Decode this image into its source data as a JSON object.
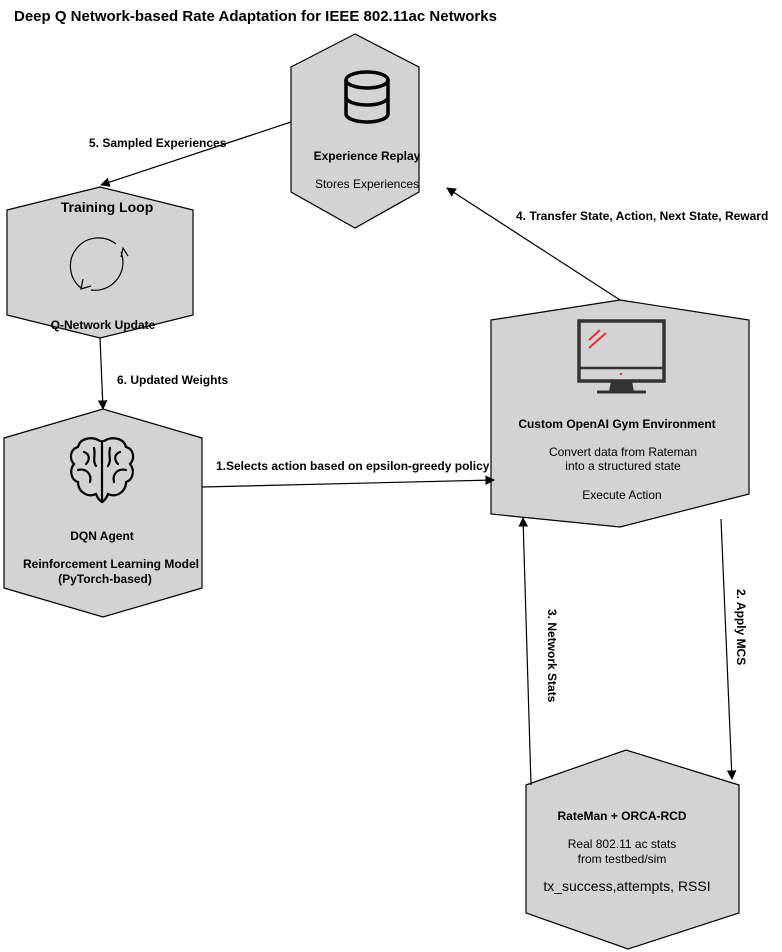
{
  "title": "Deep Q Network-based Rate Adaptation for IEEE 802.11ac Networks",
  "nodes": {
    "experience_replay": {
      "title": "Experience Replay",
      "subtitle": "Stores Experiences",
      "icon": "database-icon"
    },
    "training_loop": {
      "title": "Training Loop",
      "subtitle": "Q-Network Update",
      "icon": "refresh-icon"
    },
    "dqn_agent": {
      "title": "DQN Agent",
      "line1": "Reinforcement Learning Model",
      "line2": "(PyTorch-based)",
      "icon": "brain-icon"
    },
    "gym_env": {
      "title": "Custom OpenAI Gym Environment",
      "line1": "Convert data from Rateman",
      "line2": "into a structured state",
      "line3": "Execute Action",
      "icon": "monitor-icon"
    },
    "rateman": {
      "title": "RateMan + ORCA-RCD",
      "line1": "Real 802.11 ac stats",
      "line2": "from testbed/sim",
      "line3": "tx_success,attempts, RSSI"
    }
  },
  "edges": {
    "e1": "1.Selects action based on epsilon-greedy policy",
    "e2": "2. Apply MCS",
    "e3": "3. Network Stats",
    "e4": "4. Transfer State, Action, Next State, Reward",
    "e5": "5. Sampled Experiences",
    "e6": "6. Updated Weights"
  },
  "colors": {
    "shape_fill": "#d3d3d3",
    "monitor_accent": "#e0303a"
  }
}
